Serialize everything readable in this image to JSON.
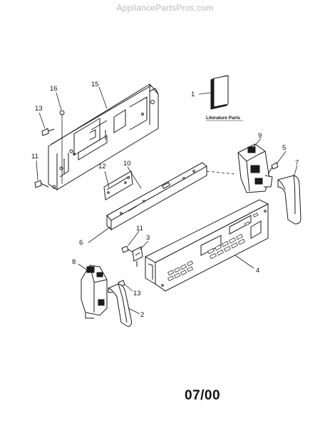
{
  "watermark": "AppliancePartsPros.com",
  "literature_label": "Literature Parts",
  "date_code": "07/00",
  "callouts": {
    "c1": "1",
    "c2": "2",
    "c3": "3",
    "c4": "4",
    "c5": "5",
    "c6": "6",
    "c7": "7",
    "c8": "8",
    "c9": "9",
    "c10": "10",
    "c11a": "11",
    "c11b": "11",
    "c12": "12",
    "c13a": "13",
    "c13b": "13",
    "c15": "15",
    "c16": "16"
  },
  "colors": {
    "line": "#1a1a1a",
    "watermark": "#b8b8b8",
    "background": "#ffffff"
  }
}
